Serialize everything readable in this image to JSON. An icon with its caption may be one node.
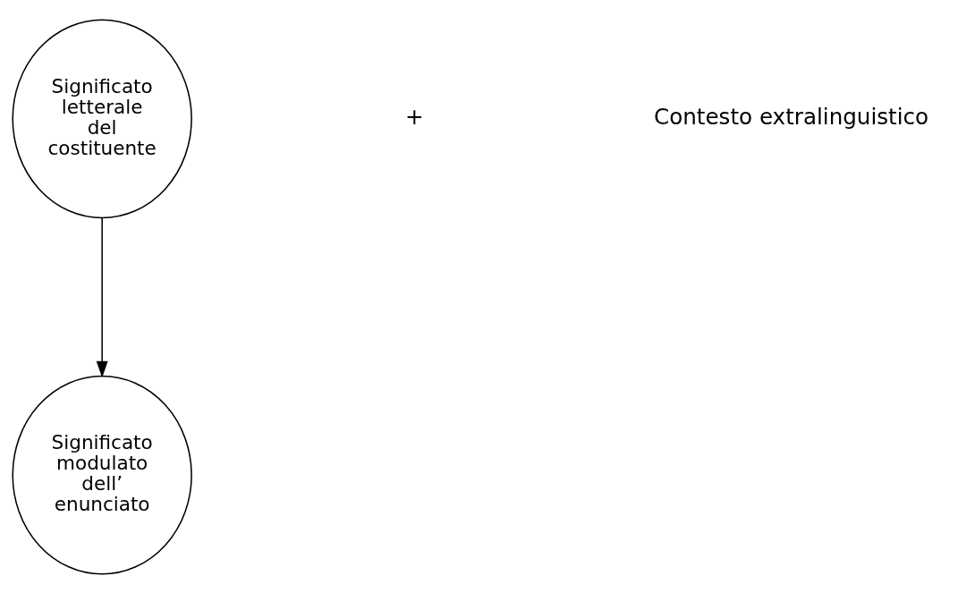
{
  "diagram": {
    "nodes": [
      {
        "text": [
          "Significato letterale del costituente"
        ]
      },
      {
        "text": [
          "Significato modulato dell’ enunciato"
        ]
      }
    ],
    "edges": [
      {
        "from": 0,
        "to": 1,
        "arrow": "to"
      }
    ],
    "labels": [
      "+",
      "Contesto extralinguistico"
    ]
  }
}
